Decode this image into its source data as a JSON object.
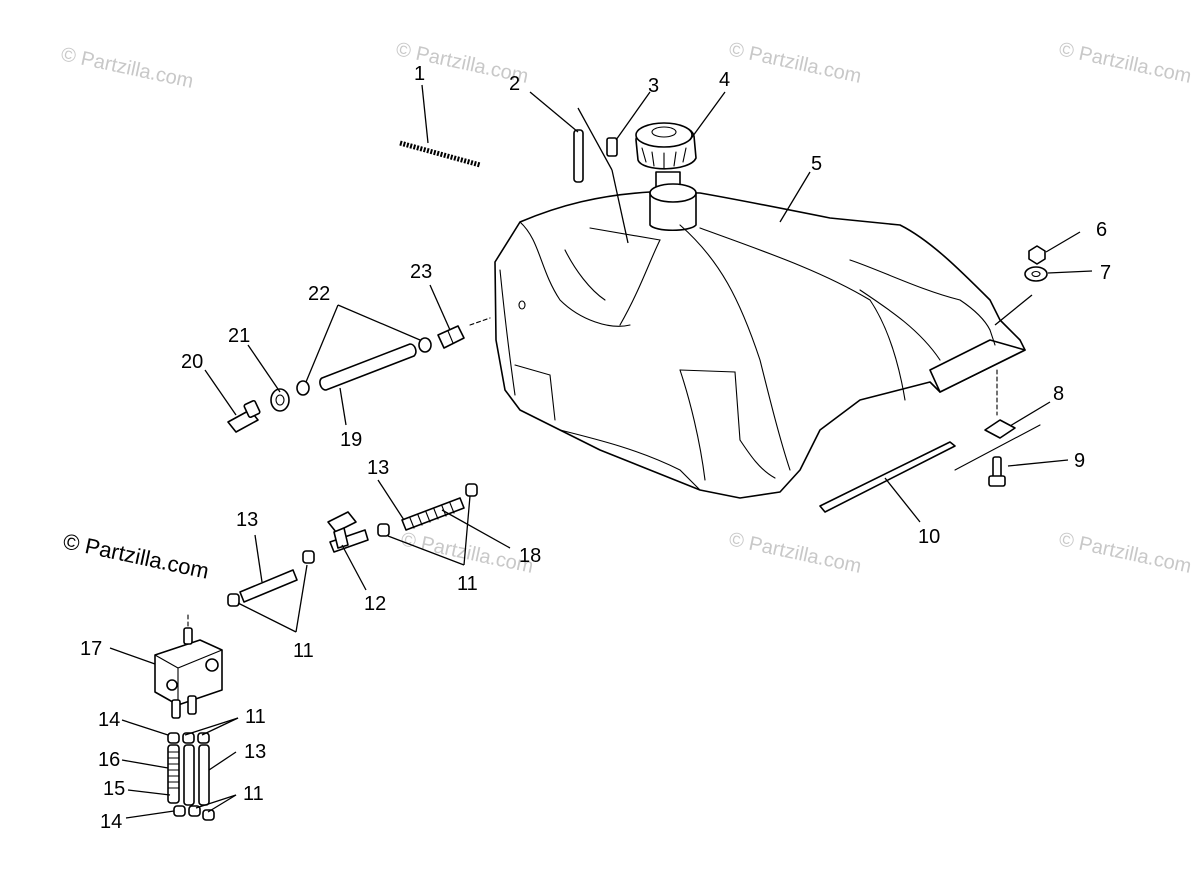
{
  "watermark": {
    "text": "© Partzilla.com",
    "dark_text": "© Partzilla.com"
  },
  "callouts": {
    "c1": "1",
    "c2": "2",
    "c3": "3",
    "c4": "4",
    "c5": "5",
    "c6": "6",
    "c7": "7",
    "c8": "8",
    "c9": "9",
    "c10": "10",
    "c11a": "11",
    "c11b": "11",
    "c11c": "11",
    "c11d": "11",
    "c12": "12",
    "c13a": "13",
    "c13b": "13",
    "c13c": "13",
    "c14a": "14",
    "c14b": "14",
    "c15": "15",
    "c16": "16",
    "c17": "17",
    "c18": "18",
    "c19": "19",
    "c20": "20",
    "c21": "21",
    "c22": "22",
    "c23": "23"
  }
}
